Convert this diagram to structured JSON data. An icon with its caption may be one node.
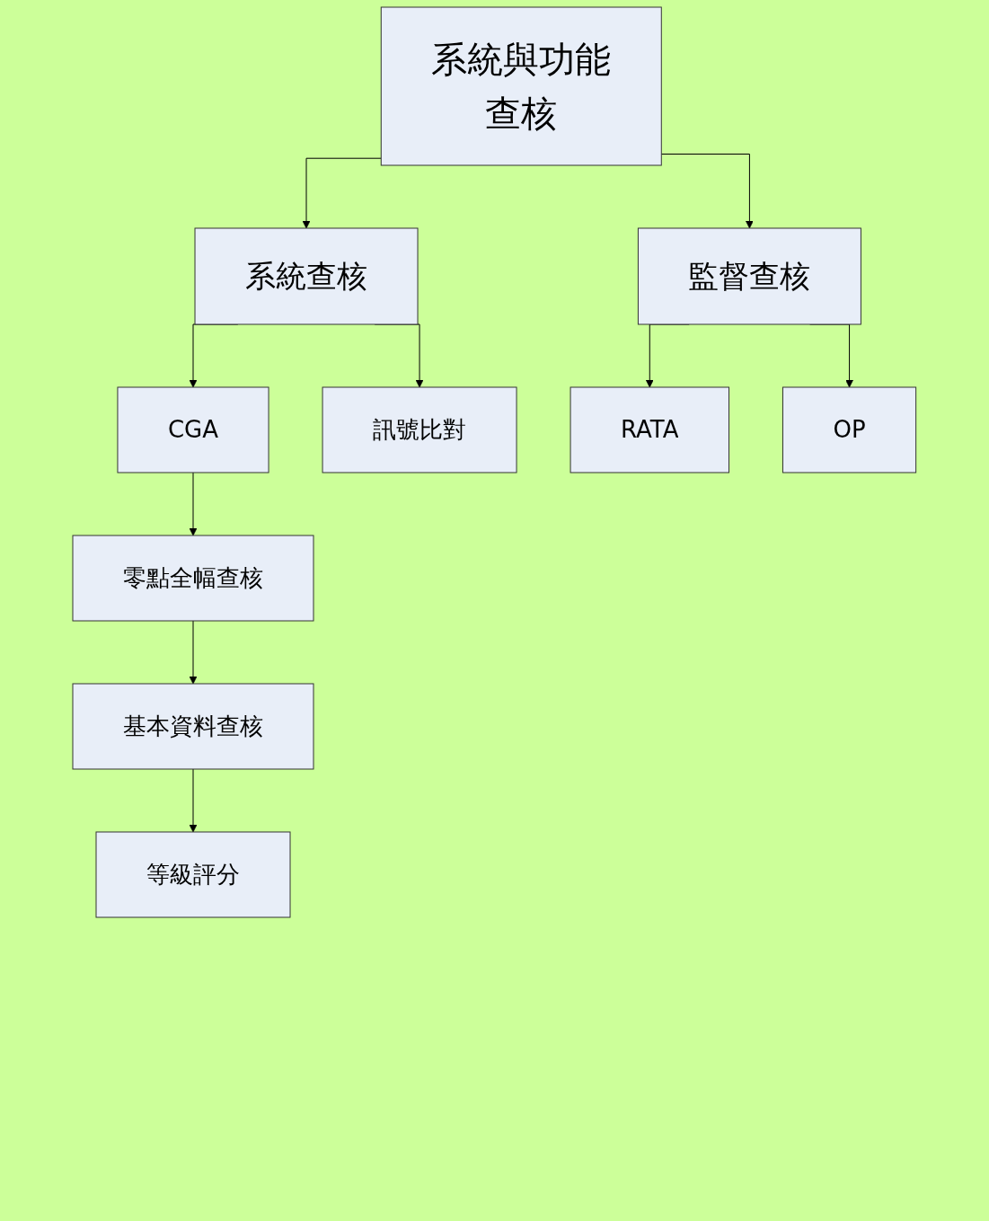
{
  "diagram": {
    "nodes": [
      {
        "text": [
          "系統與功能查核"
        ]
      },
      {
        "text": [
          "系統查核"
        ]
      },
      {
        "text": [
          "監督查核"
        ]
      },
      {
        "text": [
          "CGA"
        ]
      },
      {
        "text": [
          "訊號比對"
        ]
      },
      {
        "text": [
          "RATA"
        ]
      },
      {
        "text": [
          "OP"
        ]
      },
      {
        "text": [
          "零點全幅查核"
        ]
      },
      {
        "text": [
          "基本資料查核"
        ]
      },
      {
        "text": [
          "等級評分"
        ]
      }
    ],
    "edges": [
      {
        "from": 0,
        "to": 1,
        "arrow": "to"
      },
      {
        "from": 0,
        "to": 2,
        "arrow": "to"
      },
      {
        "from": 1,
        "to": 3,
        "arrow": "to"
      },
      {
        "from": 1,
        "to": 4,
        "arrow": "to"
      },
      {
        "from": 2,
        "to": 5,
        "arrow": "to"
      },
      {
        "from": 2,
        "to": 6,
        "arrow": "to"
      },
      {
        "from": 3,
        "to": 7,
        "arrow": "to"
      },
      {
        "from": 7,
        "to": 8,
        "arrow": "to"
      },
      {
        "from": 8,
        "to": 9,
        "arrow": "to"
      }
    ]
  }
}
